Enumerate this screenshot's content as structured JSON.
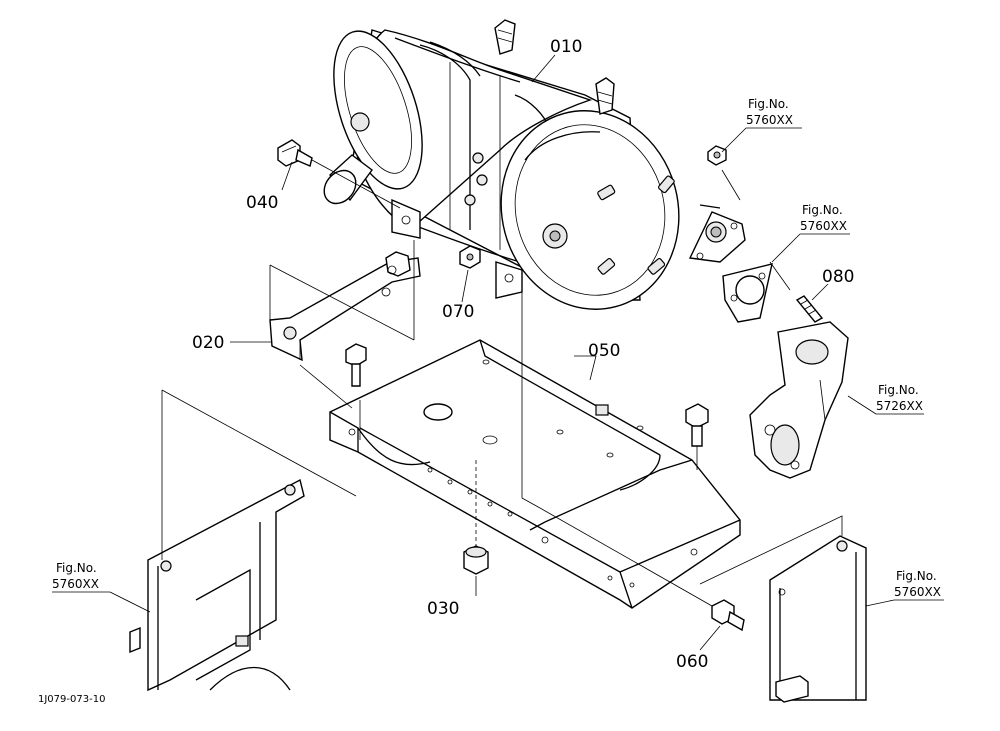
{
  "parts": [
    {
      "id": "p010",
      "label": "010"
    },
    {
      "id": "p020",
      "label": "020"
    },
    {
      "id": "p030",
      "label": "030"
    },
    {
      "id": "p040",
      "label": "040"
    },
    {
      "id": "p050",
      "label": "050"
    },
    {
      "id": "p060",
      "label": "060"
    },
    {
      "id": "p070",
      "label": "070"
    },
    {
      "id": "p080",
      "label": "080"
    }
  ],
  "figure_refs": [
    {
      "id": "ref1",
      "title": "Fig.No.",
      "number": "5760XX"
    },
    {
      "id": "ref2",
      "title": "Fig.No.",
      "number": "5760XX"
    },
    {
      "id": "ref3",
      "title": "Fig.No.",
      "number": "5726XX"
    },
    {
      "id": "ref4",
      "title": "Fig.No.",
      "number": "5760XX"
    },
    {
      "id": "ref5",
      "title": "Fig.No.",
      "number": "5760XX"
    }
  ],
  "drawing_code": "1J079-073-10"
}
